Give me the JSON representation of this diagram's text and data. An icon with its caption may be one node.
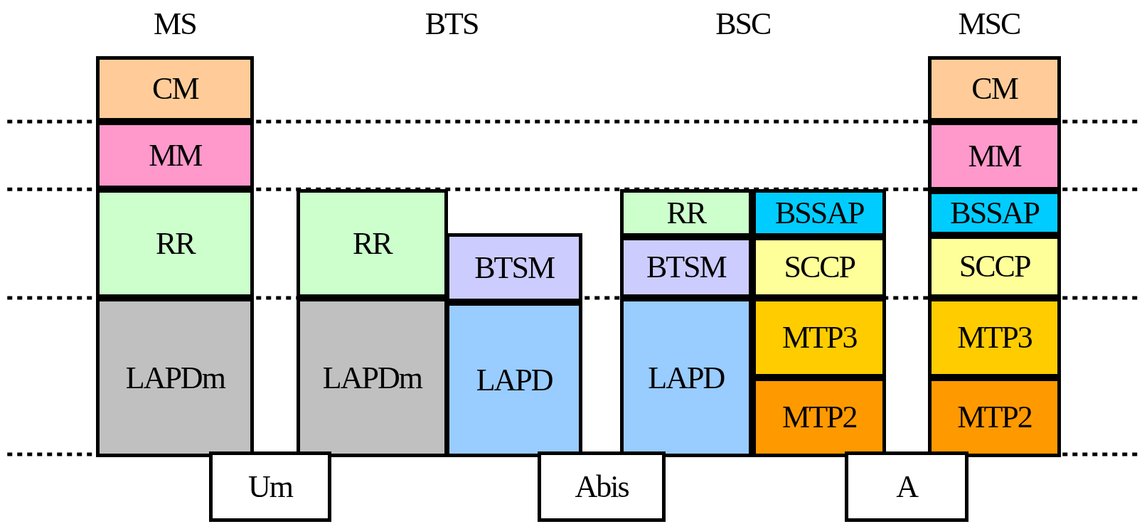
{
  "diagram": {
    "nodes": [
      {
        "text": [
          "CM"
        ]
      },
      {
        "text": [
          "MM"
        ]
      },
      {
        "text": [
          "RR"
        ]
      },
      {
        "text": [
          "LAPDm"
        ]
      },
      {
        "text": [
          "RR"
        ]
      },
      {
        "text": [
          "LAPDm"
        ]
      },
      {
        "text": [
          "BTSM"
        ]
      },
      {
        "text": [
          "LAPD"
        ]
      },
      {
        "text": [
          "RR"
        ]
      },
      {
        "text": [
          "BTSM"
        ]
      },
      {
        "text": [
          "LAPD"
        ]
      },
      {
        "text": [
          "BSSAP"
        ]
      },
      {
        "text": [
          "SCCP"
        ]
      },
      {
        "text": [
          "MTP3"
        ]
      },
      {
        "text": [
          "MTP2"
        ]
      },
      {
        "text": [
          "CM"
        ]
      },
      {
        "text": [
          "MM"
        ]
      },
      {
        "text": [
          "BSSAP"
        ]
      },
      {
        "text": [
          "SCCP"
        ]
      },
      {
        "text": [
          "MTP3"
        ]
      },
      {
        "text": [
          "MTP2"
        ]
      },
      {
        "text": [
          "Um"
        ]
      },
      {
        "text": [
          "Abis"
        ]
      },
      {
        "text": [
          "A"
        ]
      }
    ],
    "labels": [
      "MS",
      "BTS",
      "BSC",
      "MSC"
    ]
  }
}
